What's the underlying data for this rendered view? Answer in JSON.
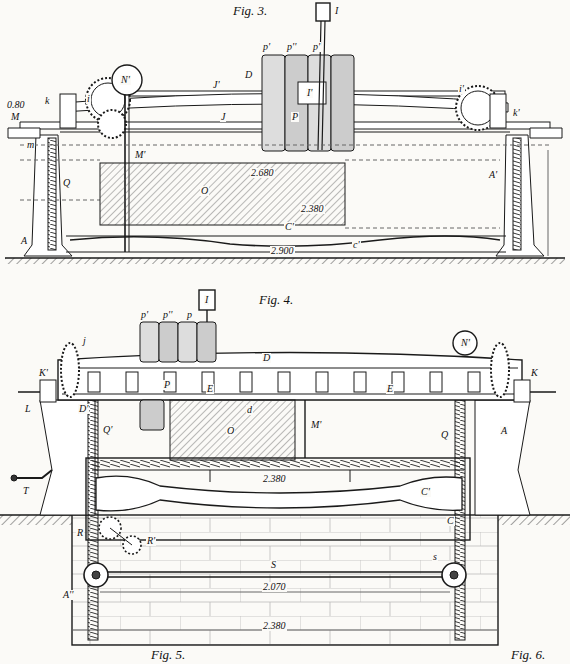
{
  "diagram": {
    "labels": [
      "Fig. 3.",
      "I",
      "N'",
      "D",
      "p'",
      "p''",
      "p'",
      "P",
      "I'",
      "J'",
      "J",
      "k",
      "i",
      "i'",
      "k'",
      "M",
      "m",
      "A",
      "Q",
      "M'",
      "O",
      "2.680",
      "C'",
      "2.380",
      "c'",
      "A'",
      "2.900",
      "0.80",
      "Fig. 4.",
      "I",
      "p'",
      "p''",
      "p",
      "P",
      "j",
      "N'",
      "D",
      "D'",
      "E",
      "E",
      "d",
      "K'",
      "K",
      "L",
      "Q'",
      "O",
      "M'",
      "Q",
      "A",
      "2.380",
      "C'",
      "C",
      "T",
      "R",
      "R'",
      "S",
      "2.070",
      "s",
      "A''",
      "2.380",
      "Fig. 5.",
      "Fig. 6."
    ]
  }
}
